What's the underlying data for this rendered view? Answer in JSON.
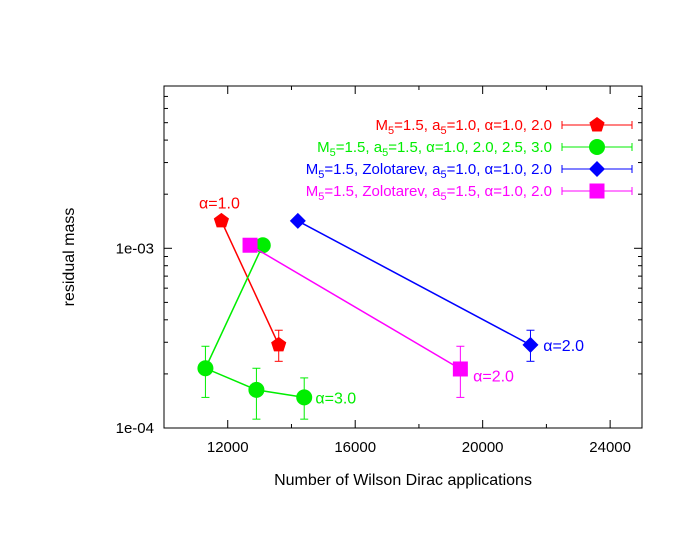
{
  "chart_data": {
    "type": "scatter",
    "xlabel": "Number of Wilson Dirac applications",
    "ylabel": "residual mass",
    "xlim": [
      10000,
      25000
    ],
    "ylim": [
      0.0001,
      0.008
    ],
    "yscale": "log",
    "x_ticks": [
      12000,
      16000,
      20000,
      24000
    ],
    "x_tick_labels": [
      "12000",
      "16000",
      "20000",
      "24000"
    ],
    "y_ticks": [
      0.0001,
      0.001
    ],
    "y_tick_labels": [
      "1e-04",
      "1e-03"
    ],
    "grid": false,
    "legend_position": "top-right",
    "series": [
      {
        "name": "M5=1.5, a5=1.0, α=1.0, 2.0",
        "name_parts": [
          "M",
          "5",
          "=1.5, a",
          "5",
          "=1.0, α=1.0, 2.0"
        ],
        "color": "#ff0000",
        "marker": "pentagon",
        "points": [
          {
            "x": 11800,
            "y": 0.00142,
            "err_lo": 0.00142,
            "err_hi": 0.00142
          },
          {
            "x": 13600,
            "y": 0.00029,
            "err_lo": 0.000235,
            "err_hi": 0.00035
          }
        ]
      },
      {
        "name": "M5=1.5, a5=1.5, α=1.0, 2.0, 2.5, 3.0",
        "name_parts": [
          "M",
          "5",
          "=1.5, a",
          "5",
          "=1.5, α=1.0, 2.0, 2.5, 3.0"
        ],
        "color": "#00ee00",
        "marker": "circle",
        "points": [
          {
            "x": 13100,
            "y": 0.00104,
            "err_lo": 0.00104,
            "err_hi": 0.00104
          },
          {
            "x": 11300,
            "y": 0.000215,
            "err_lo": 0.000148,
            "err_hi": 0.000285
          },
          {
            "x": 12900,
            "y": 0.000163,
            "err_lo": 0.000112,
            "err_hi": 0.000215
          },
          {
            "x": 14400,
            "y": 0.000148,
            "err_lo": 0.000112,
            "err_hi": 0.00019
          }
        ]
      },
      {
        "name": "M5=1.5, Zolotarev, a5=1.0, α=1.0, 2.0",
        "name_parts": [
          "M",
          "5",
          "=1.5, Zolotarev, a",
          "5",
          "=1.0, α=1.0, 2.0"
        ],
        "color": "#0000ff",
        "marker": "diamond",
        "points": [
          {
            "x": 14200,
            "y": 0.00142,
            "err_lo": 0.00142,
            "err_hi": 0.00142
          },
          {
            "x": 21500,
            "y": 0.00029,
            "err_lo": 0.000235,
            "err_hi": 0.00035
          }
        ]
      },
      {
        "name": "M5=1.5, Zolotarev, a5=1.5, α=1.0, 2.0",
        "name_parts": [
          "M",
          "5",
          "=1.5, Zolotarev, a",
          "5",
          "=1.5, α=1.0, 2.0"
        ],
        "color": "#ff00ff",
        "marker": "square",
        "points": [
          {
            "x": 12700,
            "y": 0.00104,
            "err_lo": 0.00104,
            "err_hi": 0.00104
          },
          {
            "x": 19300,
            "y": 0.000213,
            "err_lo": 0.000148,
            "err_hi": 0.000285
          }
        ]
      }
    ],
    "annotations": [
      {
        "text": "α=1.0",
        "x": 11100,
        "y": 0.0018,
        "color": "#ff0000"
      },
      {
        "text": "α=3.0",
        "x": 14750,
        "y": 0.000148,
        "color": "#00ee00"
      },
      {
        "text": "α=2.0",
        "x": 19700,
        "y": 0.000196,
        "color": "#ff00ff"
      },
      {
        "text": "α=2.0",
        "x": 21900,
        "y": 0.00029,
        "color": "#0000ff"
      }
    ]
  }
}
